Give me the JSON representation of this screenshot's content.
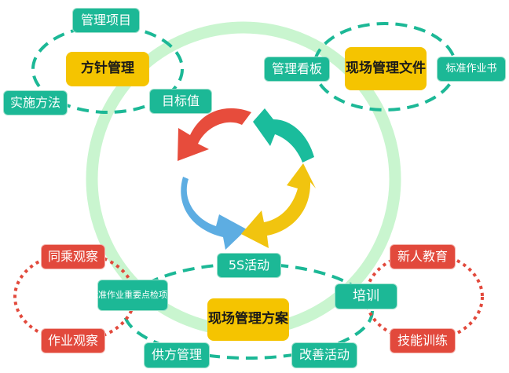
{
  "nodes": {
    "fangzhen_guanli": "方针管理",
    "guanli_xiangmu": "管理项目",
    "shishi_fangfa": "实施方法",
    "mubiao_zhi": "目标值",
    "xianchang_wenjian": [
      "现场管理",
      "文件"
    ],
    "guanli_kanban": "管理看板",
    "biaozhun_zuoyeshu": "标准作业书",
    "huodong_5s": "5S活动",
    "peixun": "培训",
    "xianchang_fangan": [
      "现场管理",
      "方案"
    ],
    "biaozhun_zhongyao": [
      "标准作业",
      "重要点检项目"
    ],
    "gongfang_guanli": "供方管理",
    "gaishan_huodong": "改善活动",
    "tongcheng_guancha": "同乘观察",
    "zuoye_guancha": "作业观察",
    "xinren_jiaoyu": "新人教育",
    "jineng_xunlian": "技能训练"
  },
  "colors": {
    "teal": "#1cb896",
    "gold": "#f5c400",
    "red": "#e2493c",
    "ring": "#c9f5cf",
    "arrow_red": "#e74c3c",
    "arrow_green": "#1abc9c",
    "arrow_blue": "#5dade2",
    "arrow_yellow": "#f1c40f"
  }
}
